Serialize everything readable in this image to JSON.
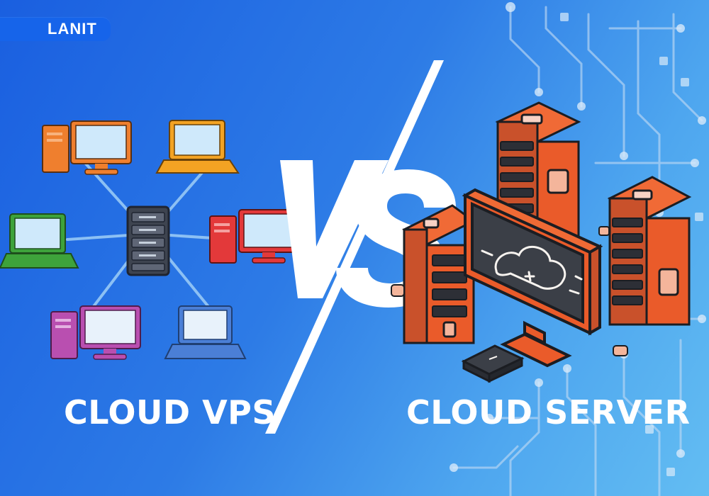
{
  "brand": {
    "name": "LANIT",
    "tab_color": "#1664ea"
  },
  "left": {
    "title": "CLOUD VPS",
    "hub_icon": "server-stack-icon",
    "nodes": [
      "desktop-computer-icon",
      "laptop-icon",
      "laptop-icon",
      "desktop-computer-icon",
      "desktop-computer-icon",
      "laptop-icon"
    ]
  },
  "center": {
    "label": "VS"
  },
  "right": {
    "title": "CLOUD SERVER",
    "illustration": "server-racks-with-cloud-monitor-icon",
    "accent": "#ea5b2a"
  },
  "background": {
    "gradient_start": "#1a5fe0",
    "gradient_end": "#63bdf2",
    "circuit_color": "#c7dff6"
  }
}
